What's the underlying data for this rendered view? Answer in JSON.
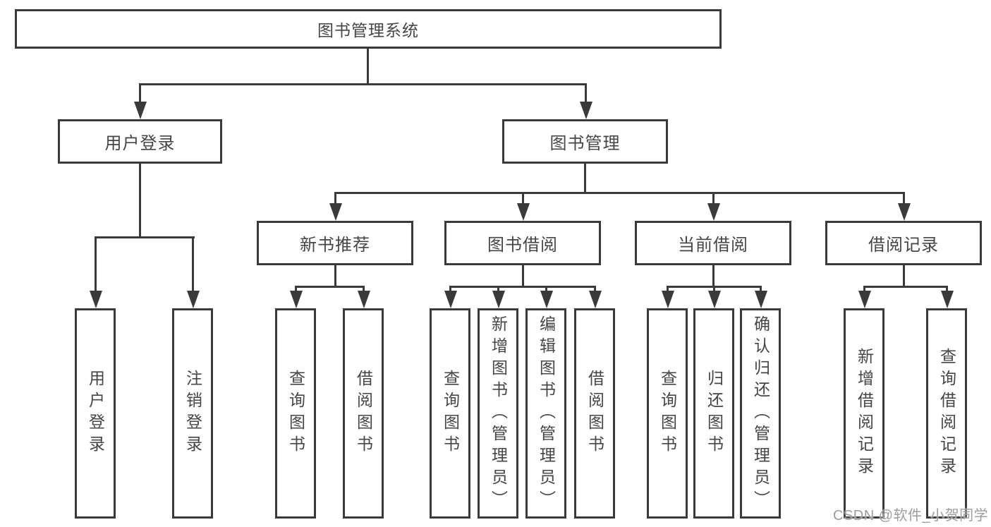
{
  "diagram_title": "图书管理系统",
  "colors": {
    "line": "#3a3a3a",
    "text": "#454545",
    "watermark": "#9c9c9c",
    "background": "#ffffff"
  },
  "root": {
    "label": "图书管理系统"
  },
  "level2": [
    {
      "label": "用户登录",
      "parent": "图书管理系统"
    },
    {
      "label": "图书管理",
      "parent": "图书管理系统"
    }
  ],
  "level3": [
    {
      "label": "新书推荐",
      "parent": "图书管理"
    },
    {
      "label": "图书借阅",
      "parent": "图书管理"
    },
    {
      "label": "当前借阅",
      "parent": "图书管理"
    },
    {
      "label": "借阅记录",
      "parent": "图书管理"
    }
  ],
  "leaves": [
    {
      "label": "用户登录",
      "parent": "用户登录"
    },
    {
      "label": "注销登录",
      "parent": "用户登录"
    },
    {
      "label": "查询图书",
      "parent": "新书推荐"
    },
    {
      "label": "借阅图书",
      "parent": "新书推荐"
    },
    {
      "label": "查询图书",
      "parent": "图书借阅"
    },
    {
      "label": "新增图书（管理员）",
      "parent": "图书借阅"
    },
    {
      "label": "编辑图书（管理员）",
      "parent": "图书借阅"
    },
    {
      "label": "借阅图书",
      "parent": "图书借阅"
    },
    {
      "label": "查询图书",
      "parent": "当前借阅"
    },
    {
      "label": "归还图书",
      "parent": "当前借阅"
    },
    {
      "label": "确认归还（管理员）",
      "parent": "当前借阅"
    },
    {
      "label": "新增借阅记录",
      "parent": "借阅记录"
    },
    {
      "label": "查询借阅记录",
      "parent": "借阅记录"
    }
  ],
  "watermark": "CSDN @软件_小贺同学"
}
